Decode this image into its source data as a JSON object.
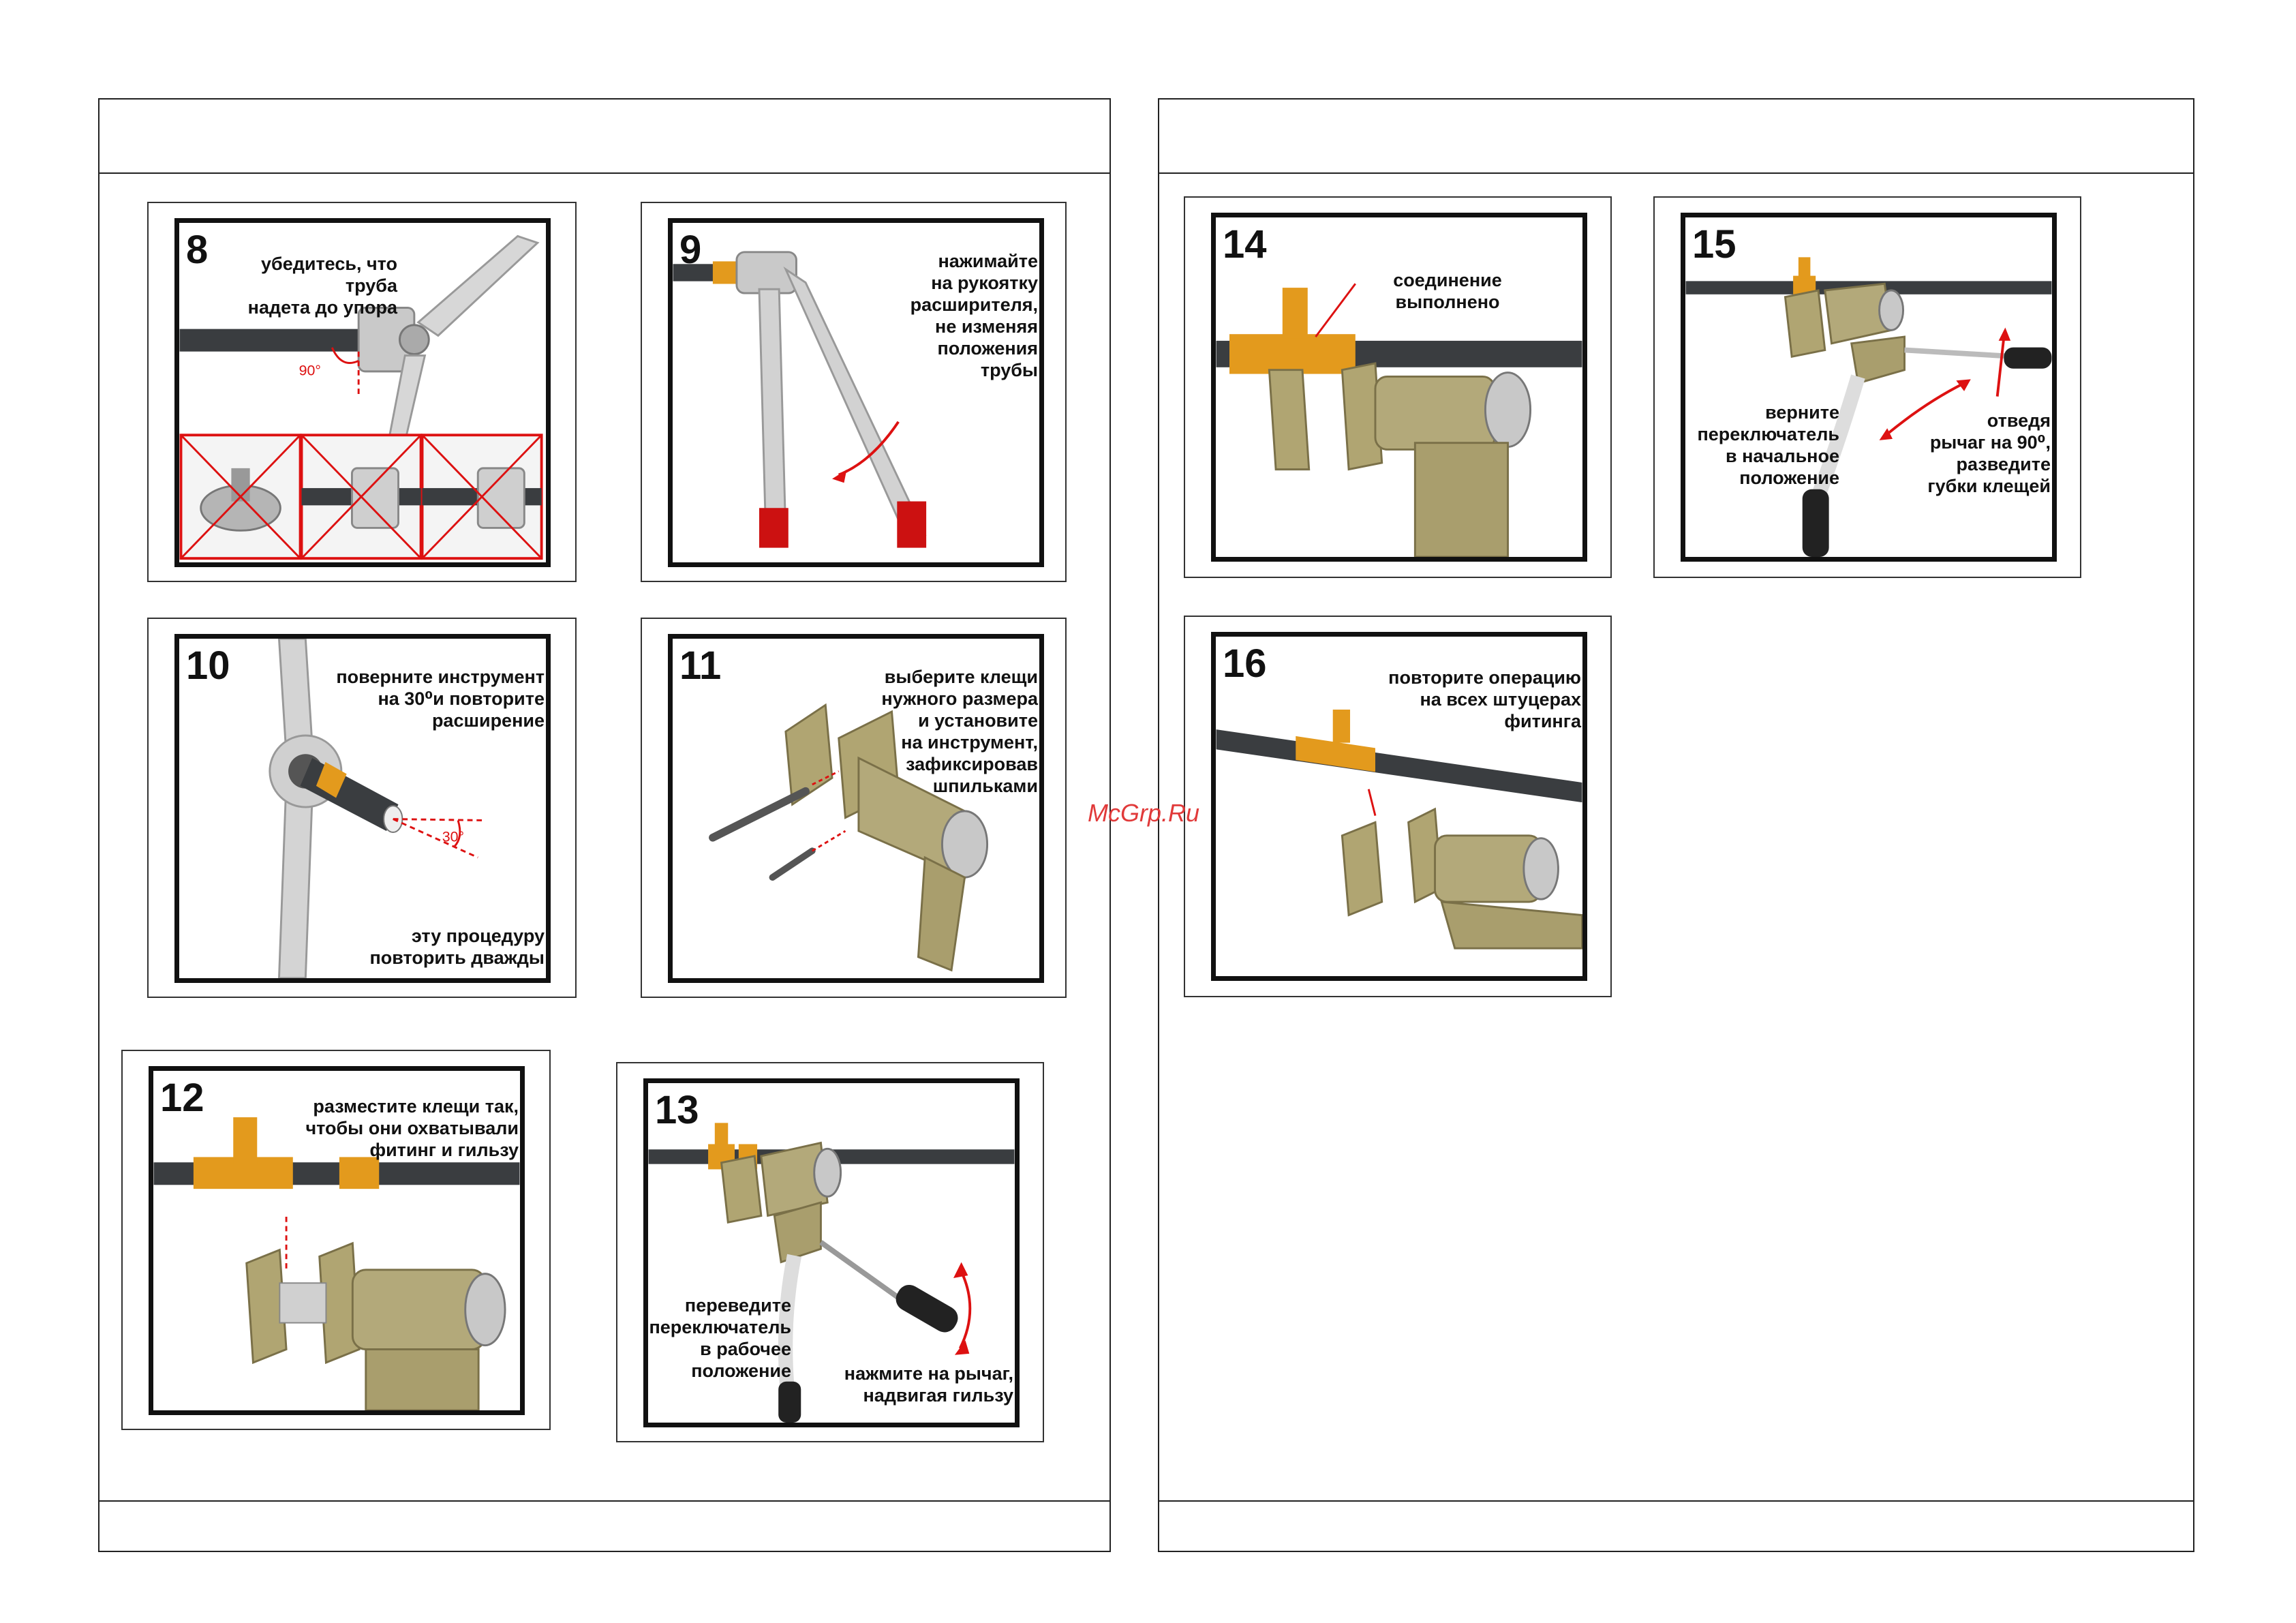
{
  "steps": [
    {
      "num": "8",
      "caption": "убедитесь, что труба\nнадета до упора",
      "angle": "90°"
    },
    {
      "num": "9",
      "caption": "нажимайте\nна рукоятку\nрасширителя,\nне изменяя\nположения\nтрубы"
    },
    {
      "num": "10",
      "caption_top": "поверните инструмент\nна 30⁰и повторите\nрасширение",
      "caption_bottom": "эту процедуру\nповторить дважды",
      "angle": "30°"
    },
    {
      "num": "11",
      "caption": "выберите клещи\nнужного размера\nи установите\nна инструмент,\nзафиксировав\nшпильками"
    },
    {
      "num": "12",
      "caption": "разместите клещи так,\nчтобы они охватывали\nфитинг и гильзу"
    },
    {
      "num": "13",
      "caption_left": "переведите\nпереключатель\nв рабочее\nположение",
      "caption_right": "нажмите на рычаг,\nнадвигая гильзу"
    },
    {
      "num": "14",
      "caption": "соединение\nвыполнено"
    },
    {
      "num": "15",
      "caption_left": "верните\nпереключатель\nв начальное\nположение",
      "caption_right": "отведя\nрычаг на 90⁰,\nразведите\nгубки клещей"
    },
    {
      "num": "16",
      "caption": "повторите операцию\nна всех штуцерах\nфитинга"
    }
  ],
  "watermark": "McGrp.Ru",
  "colors": {
    "pipe": "#3a3d40",
    "brass": "#e39a1d",
    "tool": "#b0a572",
    "metal": "#c9c9c9",
    "red": "#d11a1a"
  }
}
